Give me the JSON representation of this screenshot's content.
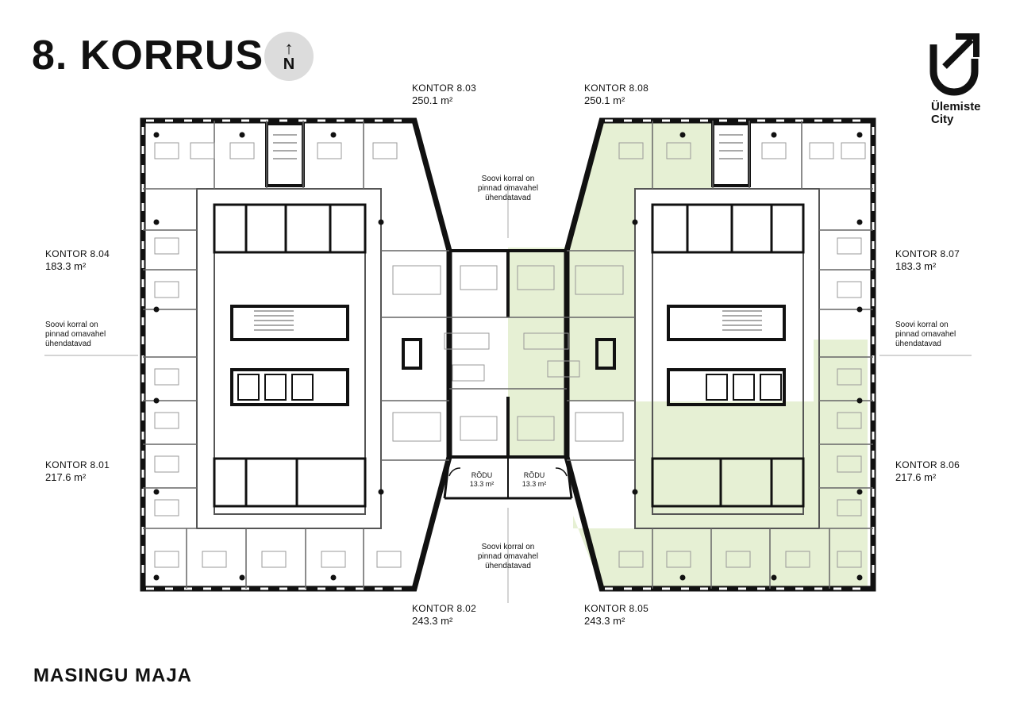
{
  "header": {
    "floor_title": "8. KORRUS",
    "north": {
      "letter": "N",
      "arrow": "↑"
    }
  },
  "logo": {
    "icon": "ulemiste-city-logo",
    "line1": "Ülemiste",
    "line2": "City"
  },
  "footer": {
    "building_name": "MASINGU MAJA"
  },
  "offices": [
    {
      "id": "kontor-8-03",
      "name": "KONTOR 8.03",
      "area": "250.1 m²"
    },
    {
      "id": "kontor-8-08",
      "name": "KONTOR 8.08",
      "area": "250.1 m²"
    },
    {
      "id": "kontor-8-04",
      "name": "KONTOR 8.04",
      "area": "183.3 m²"
    },
    {
      "id": "kontor-8-07",
      "name": "KONTOR 8.07",
      "area": "183.3 m²"
    },
    {
      "id": "kontor-8-01",
      "name": "KONTOR 8.01",
      "area": "217.6 m²"
    },
    {
      "id": "kontor-8-06",
      "name": "KONTOR 8.06",
      "area": "217.6 m²"
    },
    {
      "id": "kontor-8-02",
      "name": "KONTOR 8.02",
      "area": "243.3 m²"
    },
    {
      "id": "kontor-8-05",
      "name": "KONTOR 8.05",
      "area": "243.3 m²"
    }
  ],
  "notes": {
    "top": {
      "l1": "Soovi korral on",
      "l2": "pinnad omavahel",
      "l3": "ühendatavad"
    },
    "bottom": {
      "l1": "Soovi korral on",
      "l2": "pinnad omavahel",
      "l3": "ühendatavad"
    },
    "left": {
      "l1": "Soovi korral on",
      "l2": "pinnad omavahel",
      "l3": "ühendatavad"
    },
    "right": {
      "l1": "Soovi korral on",
      "l2": "pinnad omavahel",
      "l3": "ühendatavad"
    }
  },
  "balconies": [
    {
      "name": "RÕDU",
      "area": "13.3 m²"
    },
    {
      "name": "RÕDU",
      "area": "13.3 m²"
    }
  ],
  "colors": {
    "highlight": "#e6f0d4",
    "wall": "#111111",
    "line": "#555555",
    "north_bg": "#dcdcdc"
  }
}
